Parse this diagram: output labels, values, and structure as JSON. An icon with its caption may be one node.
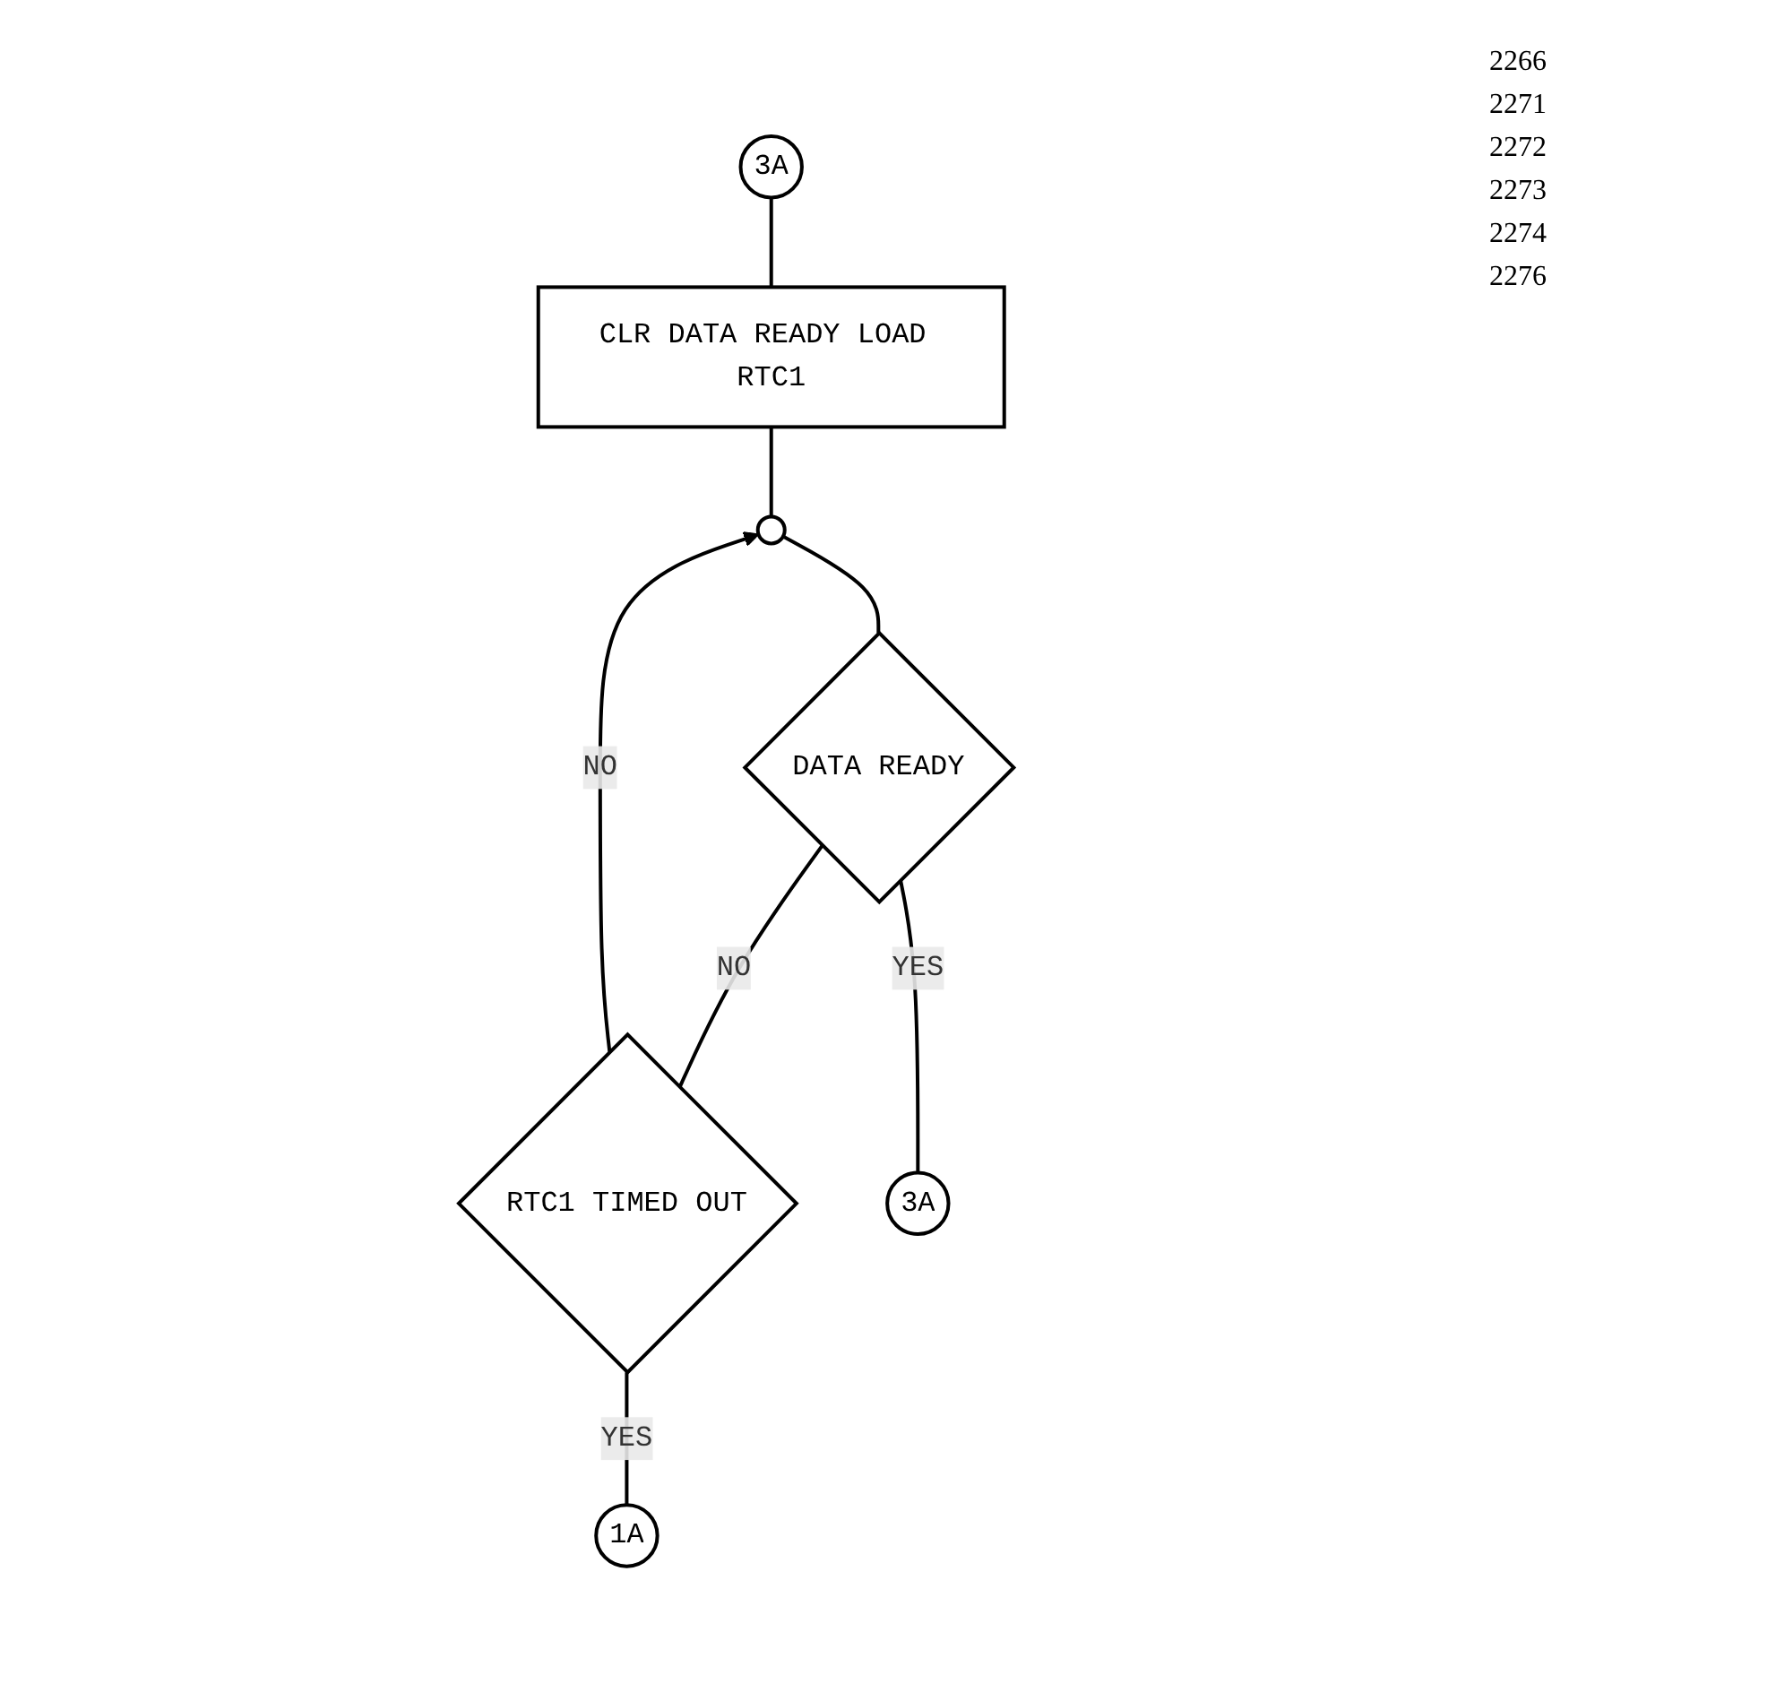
{
  "diagram": {
    "nodes": [
      {
        "text": [
          "3A"
        ]
      },
      {
        "text": [
          "CLR DATA READY LOAD RTC1"
        ]
      },
      {
        "text": [],
        "shape": "circle"
      },
      {
        "text": [
          "DATA READY"
        ]
      },
      {
        "text": [
          "RTC1 TIMED OUT"
        ]
      },
      {
        "text": [
          "3A"
        ]
      },
      {
        "text": [
          "1A"
        ]
      }
    ],
    "edges": [
      {
        "from": 0,
        "to": 1,
        "arrow": "none"
      },
      {
        "from": 1,
        "to": 2,
        "arrow": "none"
      },
      {
        "from": 2,
        "to": 3,
        "arrow": "none"
      },
      {
        "from": 3,
        "to": 4,
        "arrow": "none",
        "label": "NO"
      },
      {
        "from": 4,
        "to": 2,
        "arrow": "to",
        "label": "NO"
      },
      {
        "from": 3,
        "to": 5,
        "arrow": "none",
        "label": "YES"
      },
      {
        "from": 4,
        "to": 6,
        "arrow": "none",
        "label": "YES"
      }
    ],
    "labels": [
      "2266",
      "2271",
      "2272",
      "2273",
      "2274",
      "2276"
    ]
  }
}
